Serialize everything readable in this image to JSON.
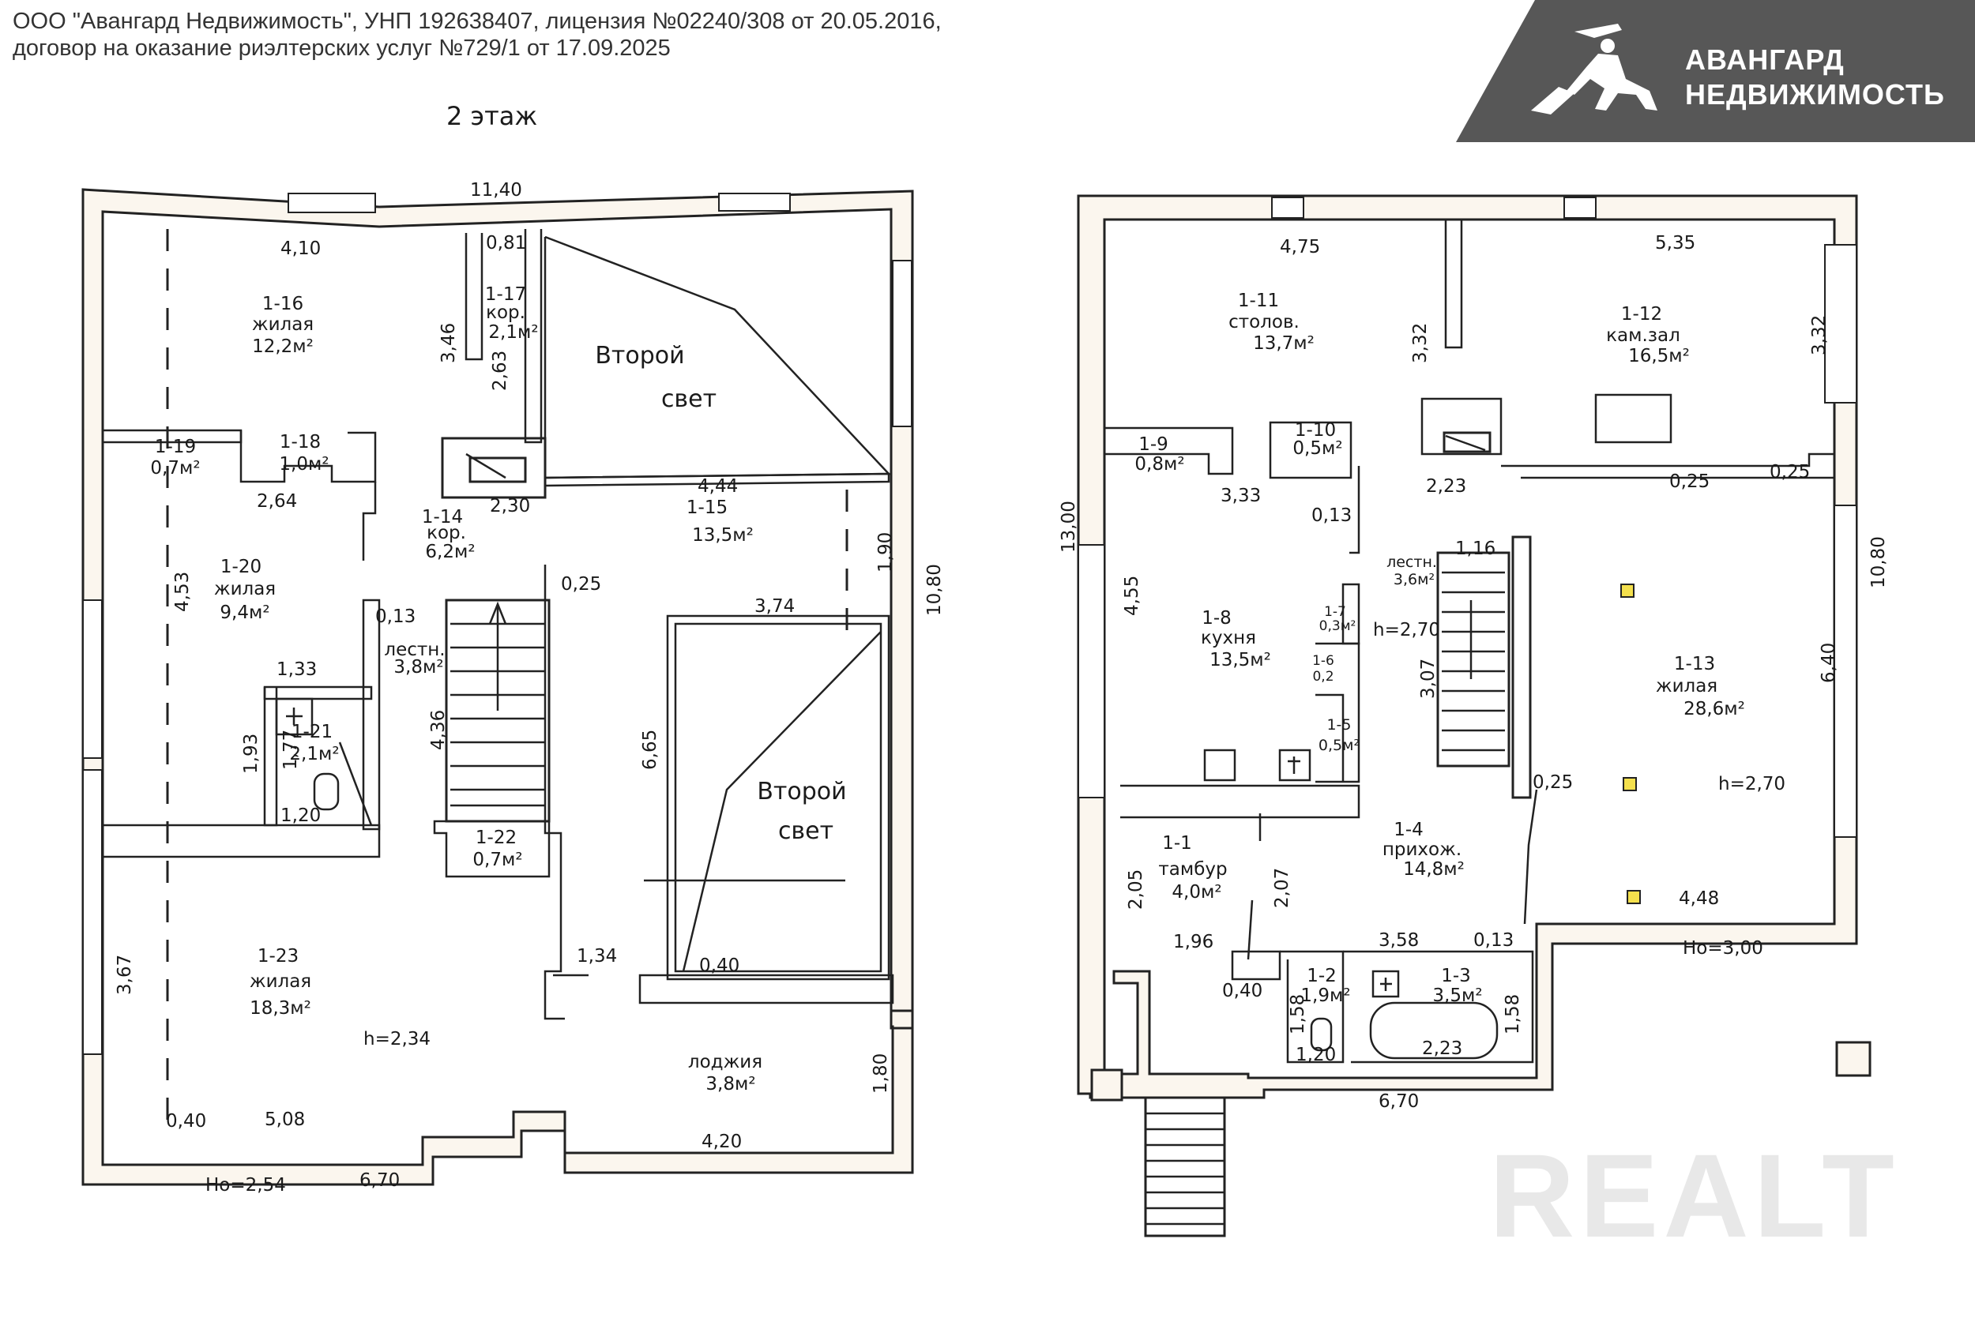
{
  "header": {
    "line1": "ООО \"Авангард Недвижимость\", УНП 192638407, лицензия №02240/308 от 20.05.2016,",
    "line2": "договор на оказание риэлтерских услуг №729/1 от 17.09.2025"
  },
  "brand": {
    "line1": "АВАНГАРД",
    "line2": "НЕДВИЖИМОСТЬ",
    "bg": "#575757"
  },
  "watermark": "REALT",
  "floor_label": "2 этаж",
  "plan_left": {
    "rooms": [
      {
        "id": "1-16",
        "type": "жилая",
        "area": "12,2м²"
      },
      {
        "id": "1-17",
        "type": "кор.",
        "area": "2,1м²"
      },
      {
        "id": "1-18",
        "type": "",
        "area": "1,0м²"
      },
      {
        "id": "1-19",
        "type": "",
        "area": "0,7м²"
      },
      {
        "id": "1-20",
        "type": "жилая",
        "area": "9,4м²"
      },
      {
        "id": "1-14",
        "type": "кор.",
        "area": "6,2м²"
      },
      {
        "id": "1-15",
        "type": "",
        "area": "13,5м²"
      },
      {
        "id": "1-21",
        "type": "",
        "area": "2,1м²"
      },
      {
        "id": "1-22",
        "type": "",
        "area": "0,7м²"
      },
      {
        "id": "1-23",
        "type": "жилая",
        "area": "18,3м²"
      }
    ],
    "second_light": [
      "Второй",
      "свет"
    ],
    "stairs": {
      "label": "лестн.",
      "area": "3,8м²"
    },
    "loggia": {
      "label": "лоджия",
      "area": "3,8м²"
    },
    "heights": {
      "room": "h=2,34",
      "ho": "Hо=2,54"
    },
    "dims": [
      "11,40",
      "4,10",
      "0,81",
      "3,46",
      "2,63",
      "2,30",
      "4,44",
      "2,64",
      "0,13",
      "4,53",
      "1,33",
      "1,93",
      "1,77",
      "1,20",
      "0,25",
      "4,36",
      "1,90",
      "10,80",
      "3,74",
      "6,65",
      "1,34",
      "0,40",
      "3,67",
      "0,40",
      "5,08",
      "6,70",
      "4,20",
      "1,80"
    ]
  },
  "plan_right": {
    "rooms": [
      {
        "id": "1-11",
        "type": "столов.",
        "area": "13,7м²"
      },
      {
        "id": "1-12",
        "type": "кам.зал",
        "area": "16,5м²"
      },
      {
        "id": "1-9",
        "type": "",
        "area": "0,8м²"
      },
      {
        "id": "1-10",
        "type": "",
        "area": "0,5м²"
      },
      {
        "id": "1-8",
        "type": "кухня",
        "area": "13,5м²"
      },
      {
        "id": "1-7",
        "type": "",
        "area": "0,3м²"
      },
      {
        "id": "1-6",
        "type": "",
        "area": "0,2"
      },
      {
        "id": "1-5",
        "type": "",
        "area": "0,5м²"
      },
      {
        "id": "1-13",
        "type": "жилая",
        "area": "28,6м²"
      },
      {
        "id": "1-1",
        "type": "тамбур",
        "area": "4,0м²"
      },
      {
        "id": "1-4",
        "type": "прихож.",
        "area": "14,8м²"
      },
      {
        "id": "1-2",
        "type": "",
        "area": "1,9м²"
      },
      {
        "id": "1-3",
        "type": "",
        "area": "3,5м²"
      }
    ],
    "stairs": {
      "label": "лестн.",
      "area": "3,6м²"
    },
    "heights": {
      "room": "h=2,70",
      "stair": "h=2,70",
      "ho": "Hо=3,00"
    },
    "dims": [
      "4,75",
      "5,35",
      "3,32",
      "3,32",
      "13,00",
      "3,33",
      "0,13",
      "2,23",
      "0,25",
      "0,25",
      "1,16",
      "4,55",
      "3,07",
      "10,80",
      "6,40",
      "0,25",
      "4,48",
      "2,05",
      "2,07",
      "1,96",
      "3,58",
      "0,13",
      "0,40",
      "1,58",
      "1,20",
      "1,58",
      "2,23",
      "6,70"
    ]
  },
  "colors": {
    "wall_fill": "#fbf6ee",
    "line": "#222222",
    "marker": "#f4e04d"
  }
}
